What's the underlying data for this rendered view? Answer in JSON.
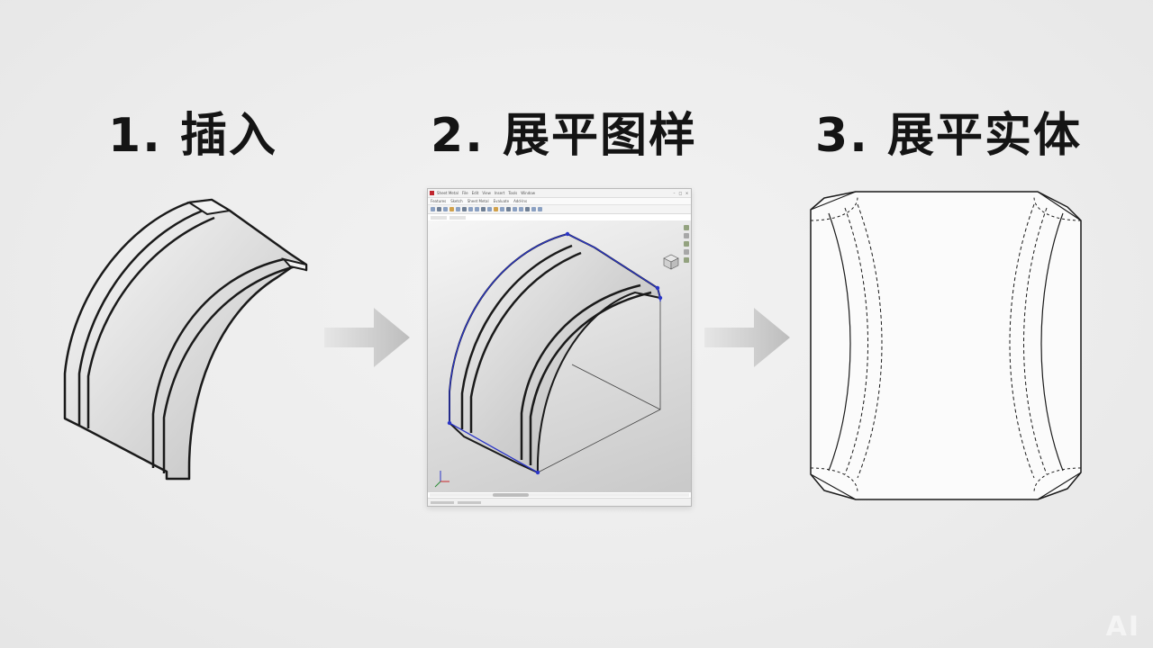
{
  "steps": [
    {
      "title": "1. 插入"
    },
    {
      "title": "2. 展平图样"
    },
    {
      "title": "3. 展平实体"
    }
  ],
  "cad": {
    "menu": [
      "Sheet Metal",
      "File",
      "Edit",
      "View",
      "Insert",
      "Tools",
      "Window"
    ],
    "command_tabs": [
      "Features",
      "Sketch",
      "Sheet Metal",
      "Evaluate",
      "Add-Ins"
    ],
    "accent_color": "#2a35c7"
  },
  "watermark": "AI"
}
